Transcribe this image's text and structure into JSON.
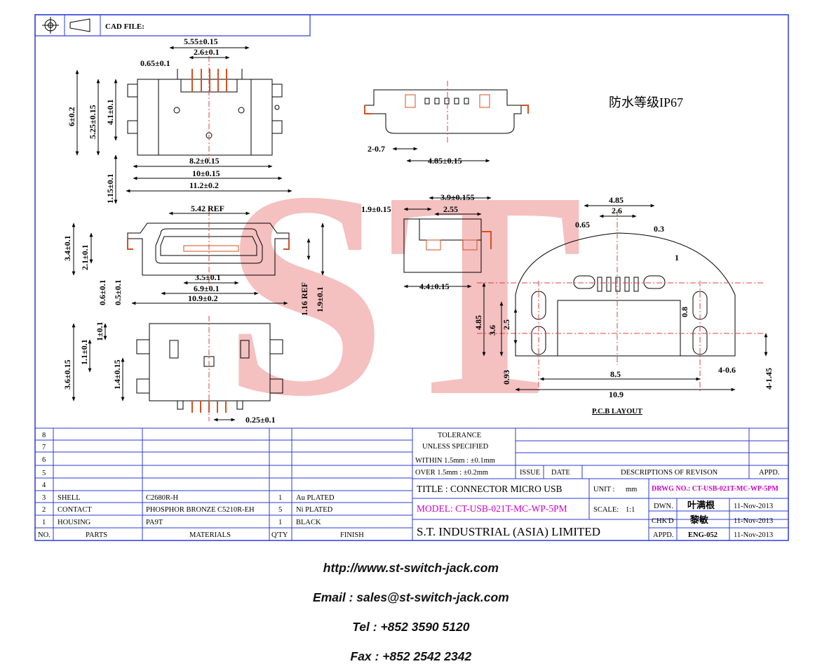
{
  "header": {
    "cad_label": "CAD FILE:"
  },
  "watermark": "ST",
  "waterproof_note": "防水等级IP67",
  "dims": {
    "top_view": [
      "5.55±0.15",
      "2.6±0.1",
      "0.65±0.1",
      "6±0.2",
      "5.25±0.15",
      "4.1±0.1",
      "8.2±0.15",
      "10±0.15",
      "11.2±0.2",
      "1.15±0.1"
    ],
    "back_view": [
      "2-0.7",
      "4.85±0.15"
    ],
    "front_view": [
      "5.42 REF",
      "3.4±0.1",
      "2.1±0.1",
      "0.6±0.1",
      "0.5±0.1",
      "3.5±0.1",
      "6.9±0.1",
      "10.9±0.2",
      "1.16 REF",
      "1.9±0.1"
    ],
    "side_view": [
      "3.9±0.155",
      "1.9±0.15",
      "2.55",
      "4.4±0.15"
    ],
    "bottom_view": [
      "1±0.1",
      "1.1±0.1",
      "3.6±0.15",
      "1.4±0.15",
      "0.25±0.1"
    ],
    "pcb": [
      "4.85",
      "2.6",
      "0.65",
      "0.3",
      "1",
      "0.8",
      "4.85",
      "2.5",
      "3.6",
      "0.93",
      "8.5",
      "10.9",
      "4-0.6",
      "4-1.45"
    ]
  },
  "pcb_label": "P.C.B LAYOUT",
  "bom": {
    "row_numbers": [
      "8",
      "7",
      "6",
      "5",
      "4"
    ],
    "rows": [
      {
        "no": "3",
        "part": "SHELL",
        "material": "C2680R-H",
        "qty": "1",
        "finish": "Au PLATED"
      },
      {
        "no": "2",
        "part": "CONTACT",
        "material": "PHOSPHOR BRONZE C5210R-EH",
        "qty": "5",
        "finish": "Ni PLATED"
      },
      {
        "no": "1",
        "part": "HOUSING",
        "material": "PA9T",
        "qty": "1",
        "finish": "BLACK"
      }
    ],
    "headers": {
      "no": "NO.",
      "parts": "PARTS",
      "materials": "MATERIALS",
      "qty": "Q'TY",
      "finish": "FINISH"
    }
  },
  "tolerance": {
    "line1": "TOLERANCE",
    "line2": "UNLESS  SPECIFIED",
    "within": "WITHIN  1.5mm : ±0.1mm",
    "over": "OVER     1.5mm : ±0.2mm"
  },
  "revision": {
    "issue": "ISSUE",
    "date": "DATE",
    "descriptions": "DESCRIPTIONS  OF  REVISON",
    "appd": "APPD."
  },
  "title_block": {
    "title": "TITLE : CONNECTOR MICRO USB",
    "unit_label": "UNIT :",
    "unit_value": "mm",
    "drwg_no": "DRWG NO.: CT-USB-021T-MC-WP-5PM",
    "model": "MODEL: CT-USB-021T-MC-WP-5PM",
    "scale_label": "SCALE:",
    "scale_value": "1:1",
    "company": "S.T. INDUSTRIAL  (ASIA)  LIMITED",
    "dwn_label": "DWN.",
    "dwn_name": "叶满根",
    "dwn_date": "11-Nov-2013",
    "chkd_label": "CHK'D",
    "chkd_name": "黎敏",
    "chkd_date": "11-Nov-2013",
    "appd_label": "APPD.",
    "appd_name": "ENG-052",
    "appd_date": "11-Nov-2013"
  },
  "footer": {
    "website": "http://www.st-switch-jack.com",
    "email": "Email : sales@st-switch-jack.com",
    "tel": "Tel : +852 3590 5120",
    "fax": "Fax : +852 2542 2342"
  },
  "colors": {
    "frame": "#2b3bd6",
    "watermark": "#f0a8a8",
    "pin": "#d2521f",
    "center_line": "#e04040",
    "magenta": "#d000c0"
  }
}
